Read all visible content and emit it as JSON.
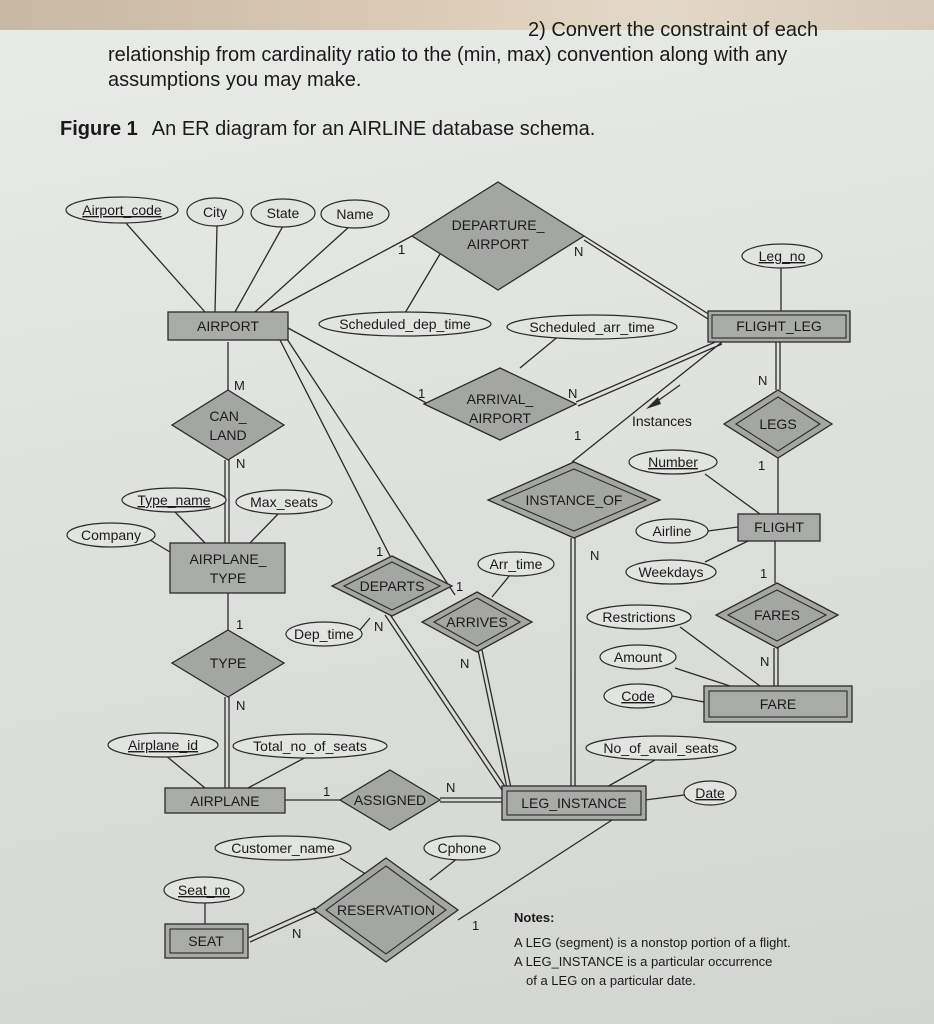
{
  "question": {
    "line1": "2) Convert the constraint of each",
    "line2": "relationship from cardinality ratio to the (min, max) convention along with any",
    "line3": "assumptions you may make."
  },
  "figure": {
    "number": "Figure 1",
    "title": "An ER diagram for an AIRLINE database schema."
  },
  "entities": {
    "airport": "AIRPORT",
    "flight_leg": "FLIGHT_LEG",
    "airplane_type_l1": "AIRPLANE_",
    "airplane_type_l2": "TYPE",
    "flight": "FLIGHT",
    "fare": "FARE",
    "airplane": "AIRPLANE",
    "leg_instance": "LEG_INSTANCE",
    "seat": "SEAT"
  },
  "relationships": {
    "departure_airport_l1": "DEPARTURE_",
    "departure_airport_l2": "AIRPORT",
    "arrival_airport_l1": "ARRIVAL_",
    "arrival_airport_l2": "AIRPORT",
    "can_land_l1": "CAN_",
    "can_land_l2": "LAND",
    "legs": "LEGS",
    "instance_of": "INSTANCE_OF",
    "departs": "DEPARTS",
    "arrives": "ARRIVES",
    "type": "TYPE",
    "fares": "FARES",
    "assigned": "ASSIGNED",
    "reservation": "RESERVATION"
  },
  "attributes": {
    "airport_code": "Airport_code",
    "city": "City",
    "state": "State",
    "name": "Name",
    "leg_no": "Leg_no",
    "scheduled_dep_time": "Scheduled_dep_time",
    "scheduled_arr_time": "Scheduled_arr_time",
    "instances": "Instances",
    "number": "Number",
    "type_name": "Type_name",
    "max_seats": "Max_seats",
    "company": "Company",
    "airline": "Airline",
    "weekdays": "Weekdays",
    "arr_time": "Arr_time",
    "dep_time": "Dep_time",
    "restrictions": "Restrictions",
    "amount": "Amount",
    "code": "Code",
    "airplane_id": "Airplane_id",
    "total_no_of_seats": "Total_no_of_seats",
    "no_of_avail_seats": "No_of_avail_seats",
    "date": "Date",
    "customer_name": "Customer_name",
    "cphone": "Cphone",
    "seat_no": "Seat_no"
  },
  "cardinalities": {
    "one": "1",
    "n": "N",
    "m": "M"
  },
  "notes": {
    "heading": "Notes:",
    "line1": "A LEG (segment) is a nonstop portion of a flight.",
    "line2": "A LEG_INSTANCE is a particular occurrence",
    "line3": "of a LEG on a particular date."
  },
  "colors": {
    "entity_fill": "#a9aba8",
    "relationship_fill": "#a4a6a3",
    "attribute_fill": "#e2e4e1",
    "line": "#2a2a2a"
  }
}
